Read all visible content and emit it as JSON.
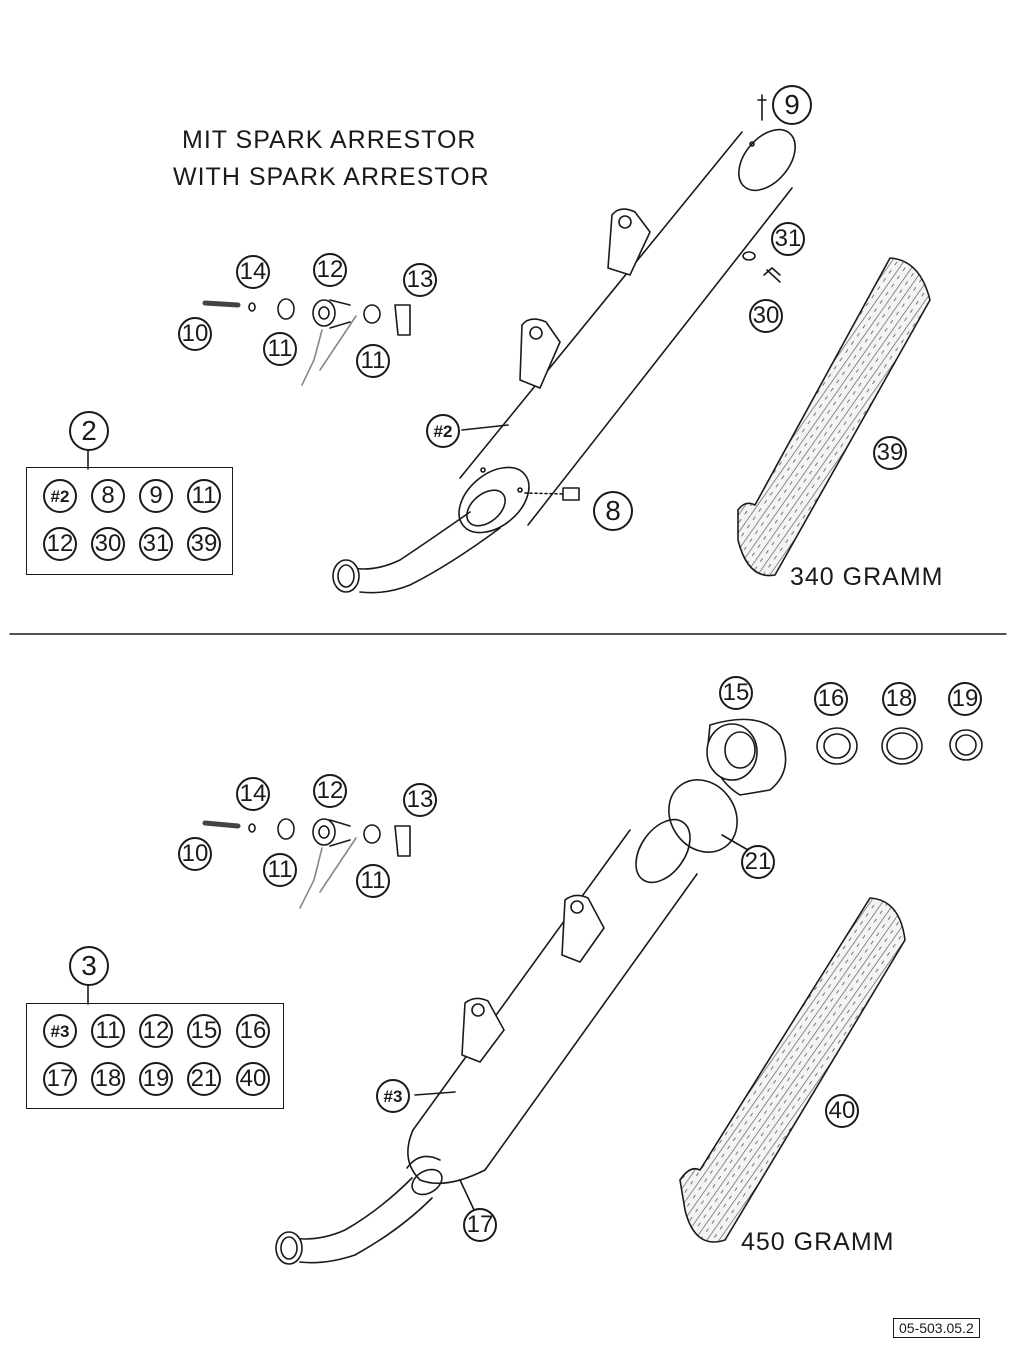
{
  "top": {
    "title_de": "MIT SPARK ARRESTOR",
    "title_en": "WITH SPARK ARRESTOR",
    "weight": "340 GRAMM",
    "callouts": {
      "p9": "9",
      "p31": "31",
      "p30": "30",
      "p14": "14",
      "p12": "12",
      "p13": "13",
      "p10": "10",
      "p11a": "11",
      "p11b": "11",
      "main": "#2",
      "p8": "8",
      "p39": "39"
    },
    "kit": {
      "label": "2",
      "items": [
        "#2",
        "8",
        "9",
        "11",
        "12",
        "30",
        "31",
        "39"
      ]
    }
  },
  "bottom": {
    "weight": "450 GRAMM",
    "callouts": {
      "p15": "15",
      "p16": "16",
      "p18": "18",
      "p19": "19",
      "p14": "14",
      "p12": "12",
      "p13": "13",
      "p10": "10",
      "p11a": "11",
      "p11b": "11",
      "p21": "21",
      "main": "#3",
      "p40": "40",
      "p17": "17"
    },
    "kit": {
      "label": "3",
      "items": [
        "#3",
        "11",
        "12",
        "15",
        "16",
        "17",
        "18",
        "19",
        "21",
        "40"
      ]
    }
  },
  "figure_ref": "05-503.05.2"
}
